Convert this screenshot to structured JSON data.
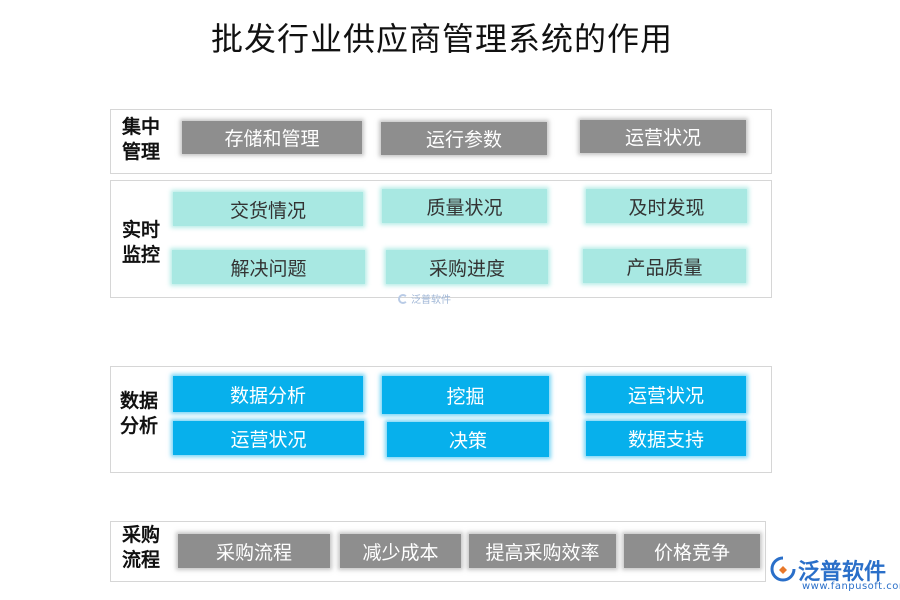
{
  "title": "批发行业供应商管理系统的作用",
  "sections": {
    "central": {
      "label_line1": "集中",
      "label_line2": "管理",
      "items": [
        "存储和管理",
        "运行参数",
        "运营状况"
      ]
    },
    "monitor": {
      "label_line1": "实时",
      "label_line2": "监控",
      "items": [
        "交货情况",
        "质量状况",
        "及时发现",
        "解决问题",
        "采购进度",
        "产品质量"
      ]
    },
    "analysis": {
      "label_line1": "数据",
      "label_line2": "分析",
      "items": [
        "数据分析",
        "挖掘",
        "运营状况",
        "运营状况",
        "决策",
        "数据支持"
      ]
    },
    "procurement": {
      "label_line1": "采购",
      "label_line2": "流程",
      "items": [
        "采购流程",
        "减少成本",
        "提高采购效率",
        "价格竞争"
      ]
    }
  },
  "watermark": {
    "text": "泛普软件"
  },
  "brand": {
    "name": "泛普软件",
    "url": "www.fanpusoft.com"
  },
  "colors": {
    "gray": "#8e8e8e",
    "teal": "#a8e8e2",
    "blue": "#07b0ec",
    "brand": "#2a6fc9"
  }
}
